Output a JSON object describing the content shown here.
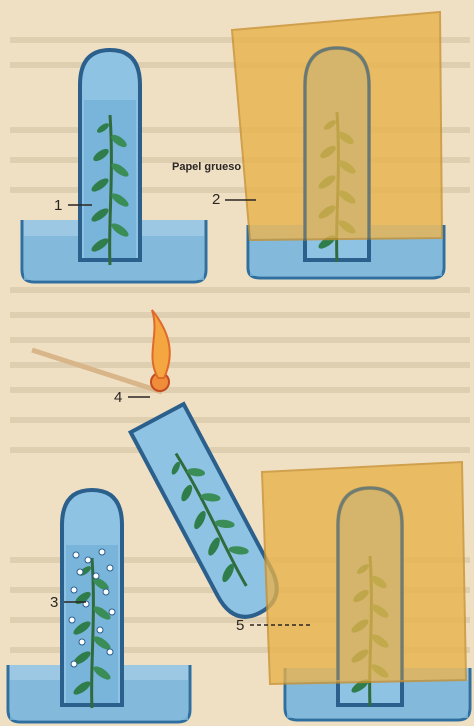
{
  "labels": {
    "step1": "1",
    "step2": "2",
    "step3": "3",
    "step4": "4",
    "step5": "5",
    "paper": "Papel grueso"
  },
  "colors": {
    "background": "#efe0c4",
    "water": "#7db6d9",
    "glass_outline": "#2f6fa0",
    "plant": "#2f7d4a",
    "paper": "#e8b24a",
    "flame": "#f4a640",
    "text_lines": "#cdbb9b"
  },
  "icons": [
    "test-tube-icon",
    "water-tray-icon",
    "sprig-icon",
    "paper-cover-icon",
    "flame-icon",
    "wooden-splint-icon",
    "bubbles-icon"
  ]
}
